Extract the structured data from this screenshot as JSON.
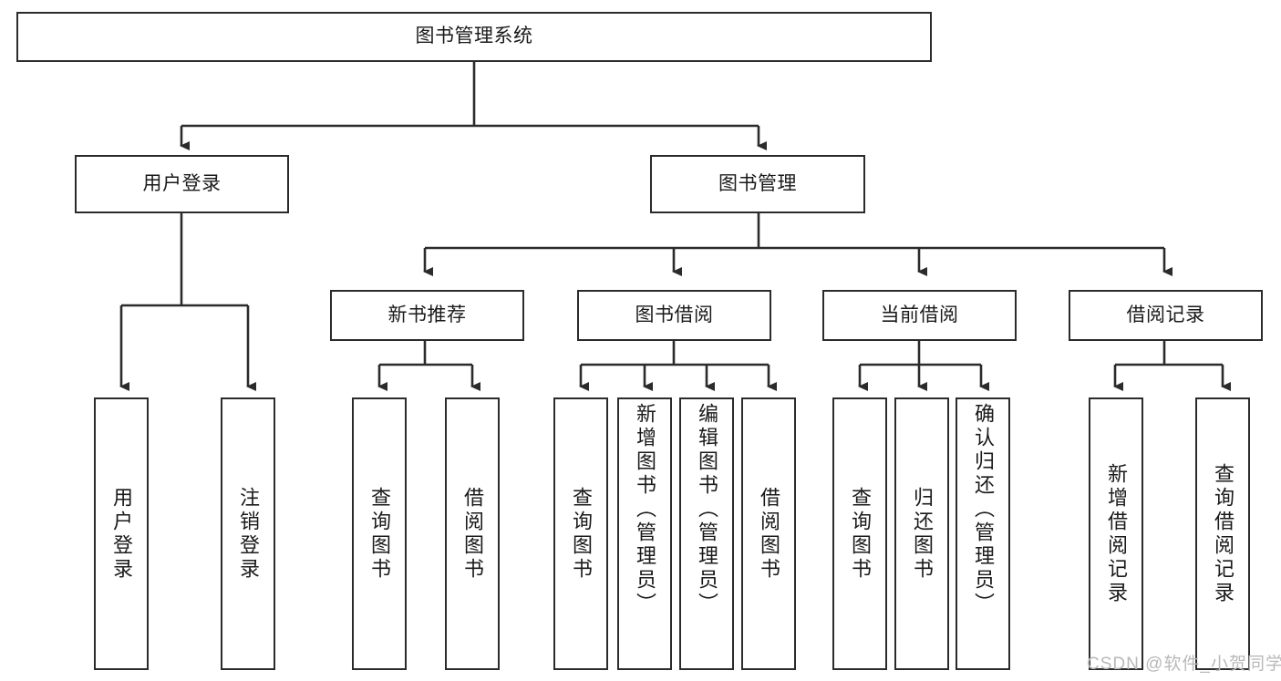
{
  "diagram": {
    "type": "tree",
    "title": "图书管理系统",
    "root": {
      "id": "root",
      "label": "图书管理系统"
    },
    "level2": [
      {
        "id": "user-login",
        "label": "用户登录"
      },
      {
        "id": "book-manage",
        "label": "图书管理"
      }
    ],
    "level3": [
      {
        "id": "new-book-rec",
        "label": "新书推荐",
        "parent": "book-manage"
      },
      {
        "id": "book-borrow",
        "label": "图书借阅",
        "parent": "book-manage"
      },
      {
        "id": "current-borrow",
        "label": "当前借阅",
        "parent": "book-manage"
      },
      {
        "id": "borrow-record",
        "label": "借阅记录",
        "parent": "book-manage"
      }
    ],
    "leaves": [
      {
        "id": "leaf-user-login",
        "label": "用户登录",
        "parent": "user-login"
      },
      {
        "id": "leaf-user-logout",
        "label": "注销登录",
        "parent": "user-login"
      },
      {
        "id": "leaf-query-book-1",
        "label": "查询图书",
        "parent": "new-book-rec"
      },
      {
        "id": "leaf-borrow-book-1",
        "label": "借阅图书",
        "parent": "new-book-rec"
      },
      {
        "id": "leaf-query-book-2",
        "label": "查询图书",
        "parent": "book-borrow"
      },
      {
        "id": "leaf-add-book",
        "label": "新增图书（管理员）",
        "parent": "book-borrow"
      },
      {
        "id": "leaf-edit-book",
        "label": "编辑图书（管理员）",
        "parent": "book-borrow"
      },
      {
        "id": "leaf-borrow-book-2",
        "label": "借阅图书",
        "parent": "book-borrow"
      },
      {
        "id": "leaf-query-book-3",
        "label": "查询图书",
        "parent": "current-borrow"
      },
      {
        "id": "leaf-return-book",
        "label": "归还图书",
        "parent": "current-borrow"
      },
      {
        "id": "leaf-confirm-return",
        "label": "确认归还（管理员）",
        "parent": "current-borrow"
      },
      {
        "id": "leaf-add-record",
        "label": "新增借阅记录",
        "parent": "borrow-record"
      },
      {
        "id": "leaf-query-record",
        "label": "查询借阅记录",
        "parent": "borrow-record"
      }
    ],
    "colors": {
      "stroke": "#2b2b2b",
      "fill": "#ffffff",
      "text": "#1a1a1a",
      "watermark": "#b9b9b9"
    }
  },
  "watermark": {
    "text": "CSDN @软件_小贺同学"
  }
}
